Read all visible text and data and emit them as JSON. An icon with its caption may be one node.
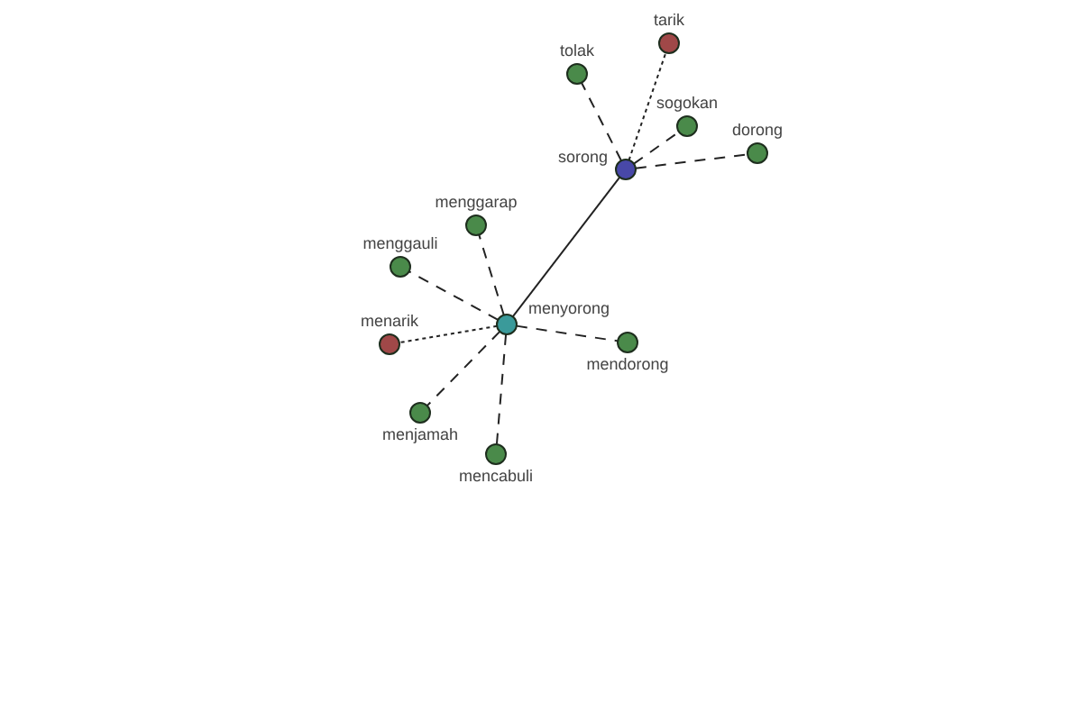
{
  "diagram": {
    "nodes": [
      {
        "text": [
          "tarik"
        ]
      },
      {
        "text": [
          "tolak"
        ]
      },
      {
        "text": [
          "sogokan"
        ]
      },
      {
        "text": [
          "dorong"
        ]
      },
      {
        "text": [
          "sorong"
        ]
      },
      {
        "text": [
          "menggarap"
        ]
      },
      {
        "text": [
          "menggauli"
        ]
      },
      {
        "text": [
          "menyorong"
        ]
      },
      {
        "text": [
          "menarik"
        ]
      },
      {
        "text": [
          "mendorong"
        ]
      },
      {
        "text": [
          "menjamah"
        ]
      },
      {
        "text": [
          "mencabuli"
        ]
      }
    ],
    "edges": [
      {
        "from": 4,
        "to": 7,
        "arrow": "none"
      },
      {
        "from": 4,
        "to": 0,
        "arrow": "none",
        "style": "dashed"
      },
      {
        "from": 4,
        "to": 1,
        "arrow": "none",
        "style": "dashed"
      },
      {
        "from": 4,
        "to": 2,
        "arrow": "none",
        "style": "dashed"
      },
      {
        "from": 4,
        "to": 3,
        "arrow": "none",
        "style": "dashed"
      },
      {
        "from": 7,
        "to": 5,
        "arrow": "none",
        "style": "dashed"
      },
      {
        "from": 7,
        "to": 6,
        "arrow": "none",
        "style": "dashed"
      },
      {
        "from": 7,
        "to": 8,
        "arrow": "none",
        "style": "dashed"
      },
      {
        "from": 7,
        "to": 9,
        "arrow": "none",
        "style": "dashed"
      },
      {
        "from": 7,
        "to": 10,
        "arrow": "none",
        "style": "dashed"
      },
      {
        "from": 7,
        "to": 11,
        "arrow": "none",
        "style": "dashed"
      }
    ]
  }
}
